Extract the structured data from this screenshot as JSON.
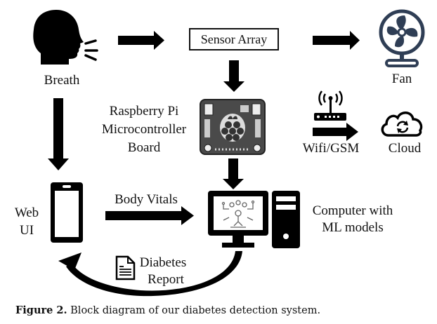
{
  "diagram": {
    "nodes": {
      "breath": "Breath",
      "sensor_array": "Sensor Array",
      "fan": "Fan",
      "rpi_line1": "Raspberry Pi",
      "rpi_line2": "Microcontroller",
      "rpi_line3": "Board",
      "wifi": "Wifi/GSM",
      "cloud": "Cloud",
      "web_line1": "Web",
      "web_line2": "UI",
      "computer_line1": "Computer with",
      "computer_line2": "ML models"
    },
    "edges": {
      "body_vitals": "Body Vitals",
      "report_line1": "Diabetes",
      "report_line2": "Report"
    },
    "colors": {
      "ink": "#111111",
      "fan": "#2f3e55",
      "board": "#555555"
    }
  },
  "caption": {
    "label": "Figure 2.",
    "text": "Block diagram of our diabetes detection system."
  }
}
